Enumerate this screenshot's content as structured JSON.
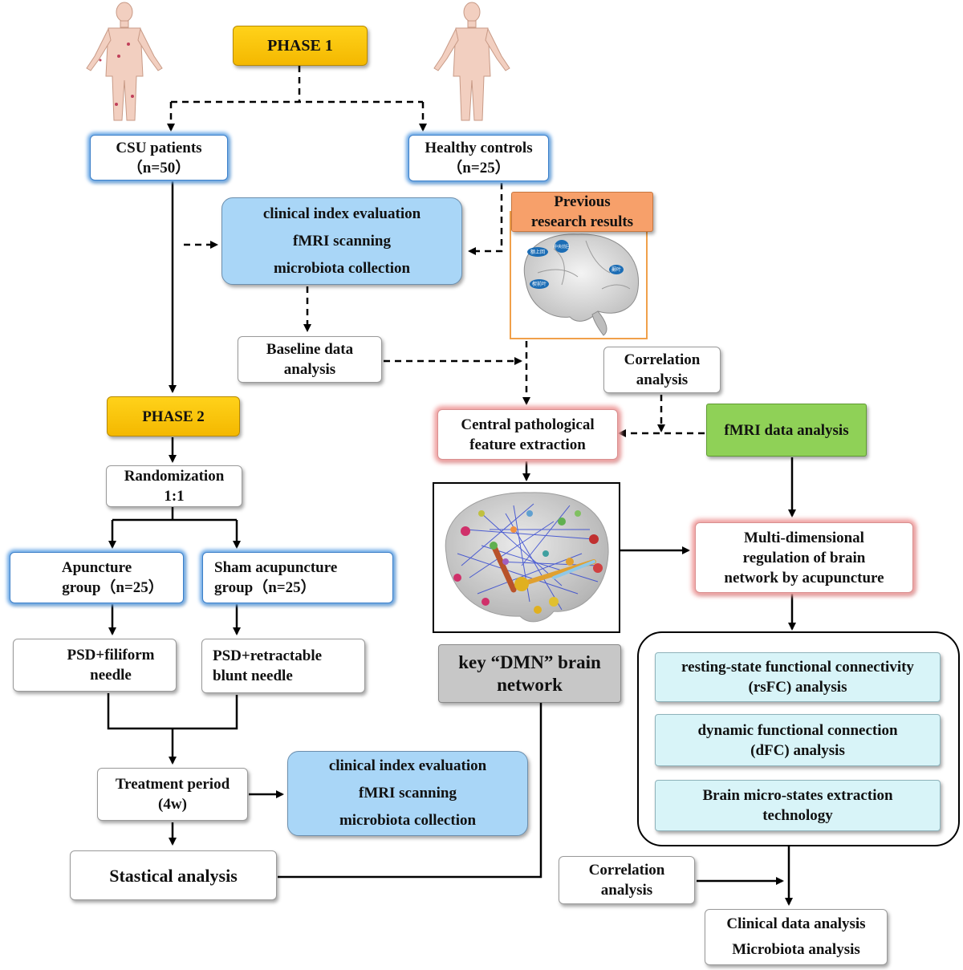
{
  "phase1": "PHASE 1",
  "phase2": "PHASE 2",
  "csu": {
    "line1": "CSU patients",
    "line2": "（n=50）"
  },
  "healthy": {
    "line1": "Healthy controls",
    "line2": "（n=25）"
  },
  "collection1": {
    "line1": "clinical index evaluation",
    "line2": "fMRI scanning",
    "line3": "microbiota collection"
  },
  "previous": {
    "line1": "Previous",
    "line2": "research results"
  },
  "baseline": {
    "line1": "Baseline data",
    "line2": "analysis"
  },
  "correlation_top": {
    "line1": "Correlation",
    "line2": "analysis"
  },
  "central": {
    "line1": "Central pathological",
    "line2": "feature extraction"
  },
  "fmri_analysis": "fMRI data analysis",
  "randomization": {
    "line1": "Randomization",
    "line2": "1:1"
  },
  "apuncture": {
    "line1": "Apuncture",
    "line2": "group（n=25）"
  },
  "sham": {
    "line1": "Sham acupuncture",
    "line2": "group（n=25）"
  },
  "psd_filiform": {
    "line1": "PSD+filiform",
    "line2": "needle"
  },
  "psd_blunt": {
    "line1": "PSD+retractable",
    "line2": "blunt needle"
  },
  "treatment": {
    "line1": "Treatment period",
    "line2": "(4w)"
  },
  "collection2": {
    "line1": "clinical index evaluation",
    "line2": "fMRI scanning",
    "line3": "microbiota collection"
  },
  "stastical": "Stastical analysis",
  "dmn": {
    "line1": "key “DMN” brain",
    "line2": "network"
  },
  "multi": {
    "line1": "Multi-dimensional",
    "line2": "regulation of brain",
    "line3": "network by acupuncture"
  },
  "rsfc": {
    "line1": "resting-state functional connectivity",
    "line2": "(rsFC) analysis"
  },
  "dfc": {
    "line1": "dynamic functional connection",
    "line2": "(dFC) analysis"
  },
  "microstates": {
    "line1": "Brain micro-states extraction",
    "line2": "technology"
  },
  "correlation_bottom": {
    "line1": "Correlation",
    "line2": "analysis"
  },
  "final": {
    "line1": "Clinical data analysis",
    "line2": "Microbiota analysis"
  },
  "brain_region_labels": [
    "额上回",
    "中央前回",
    "颞叶",
    "楔前叶"
  ],
  "colors": {
    "phase": "#f4b800",
    "light_blue": "#a9d6f7",
    "orange": "#f7a06a",
    "green": "#8fd157",
    "gray": "#c7c7c7",
    "cyan": "#d8f4f8"
  }
}
